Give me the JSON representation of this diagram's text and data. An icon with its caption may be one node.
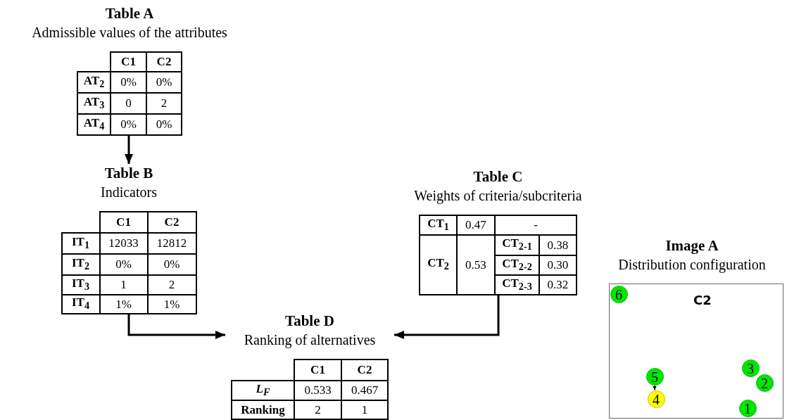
{
  "diagram": {
    "nodes": [
      {
        "text": [
          "Table A",
          "Admissible values of the attributes",
          "C1",
          "C2",
          "AT$_{2}$",
          "0%",
          "0%",
          "AT$_{3}$",
          "0",
          "2",
          "AT$_{4}$",
          "0%",
          "0%"
        ]
      },
      {
        "text": [
          "Table B",
          "Indicators",
          "C1",
          "C2",
          "IT$_{1}$",
          "12033",
          "12812",
          "IT$_{2}$",
          "0%",
          "0%",
          "IT$_{3}$",
          "1",
          "2",
          "IT$_{4}$",
          "1%",
          "1%"
        ]
      },
      {
        "text": [
          "Table C",
          "Weights of criteria/subcriteria",
          "CT$_{1}$",
          "0.47",
          "-",
          "CT$_{2}$",
          "0.53",
          "CT$_{2-1}$",
          "0.38",
          "CT$_{2-2}$",
          "0.30",
          "CT$_{2-3}$",
          "0.32"
        ]
      },
      {
        "text": [
          "Table D",
          "Ranking of alternatives",
          "C1",
          "C2",
          "L$_{F}$",
          "0.533",
          "0.467",
          "Ranking",
          "2",
          "1"
        ]
      },
      {
        "text": [
          "Image A",
          "Distribution configuration",
          "C2"
        ]
      },
      {
        "text": [
          "6"
        ],
        "in": 4
      },
      {
        "text": [
          "3"
        ],
        "in": 4
      },
      {
        "text": [
          "5"
        ],
        "in": 4
      },
      {
        "text": [
          "2"
        ],
        "in": 4
      },
      {
        "text": [
          "4"
        ],
        "in": 4
      },
      {
        "text": [
          "1"
        ],
        "in": 4
      }
    ],
    "edges": [
      {
        "from": 0,
        "to": 1,
        "arrow": "to"
      },
      {
        "from": 1,
        "to": 3,
        "arrow": "to"
      },
      {
        "from": 2,
        "to": 3,
        "arrow": "to"
      },
      {
        "from": 7,
        "to": 9,
        "arrow": "to"
      }
    ]
  }
}
